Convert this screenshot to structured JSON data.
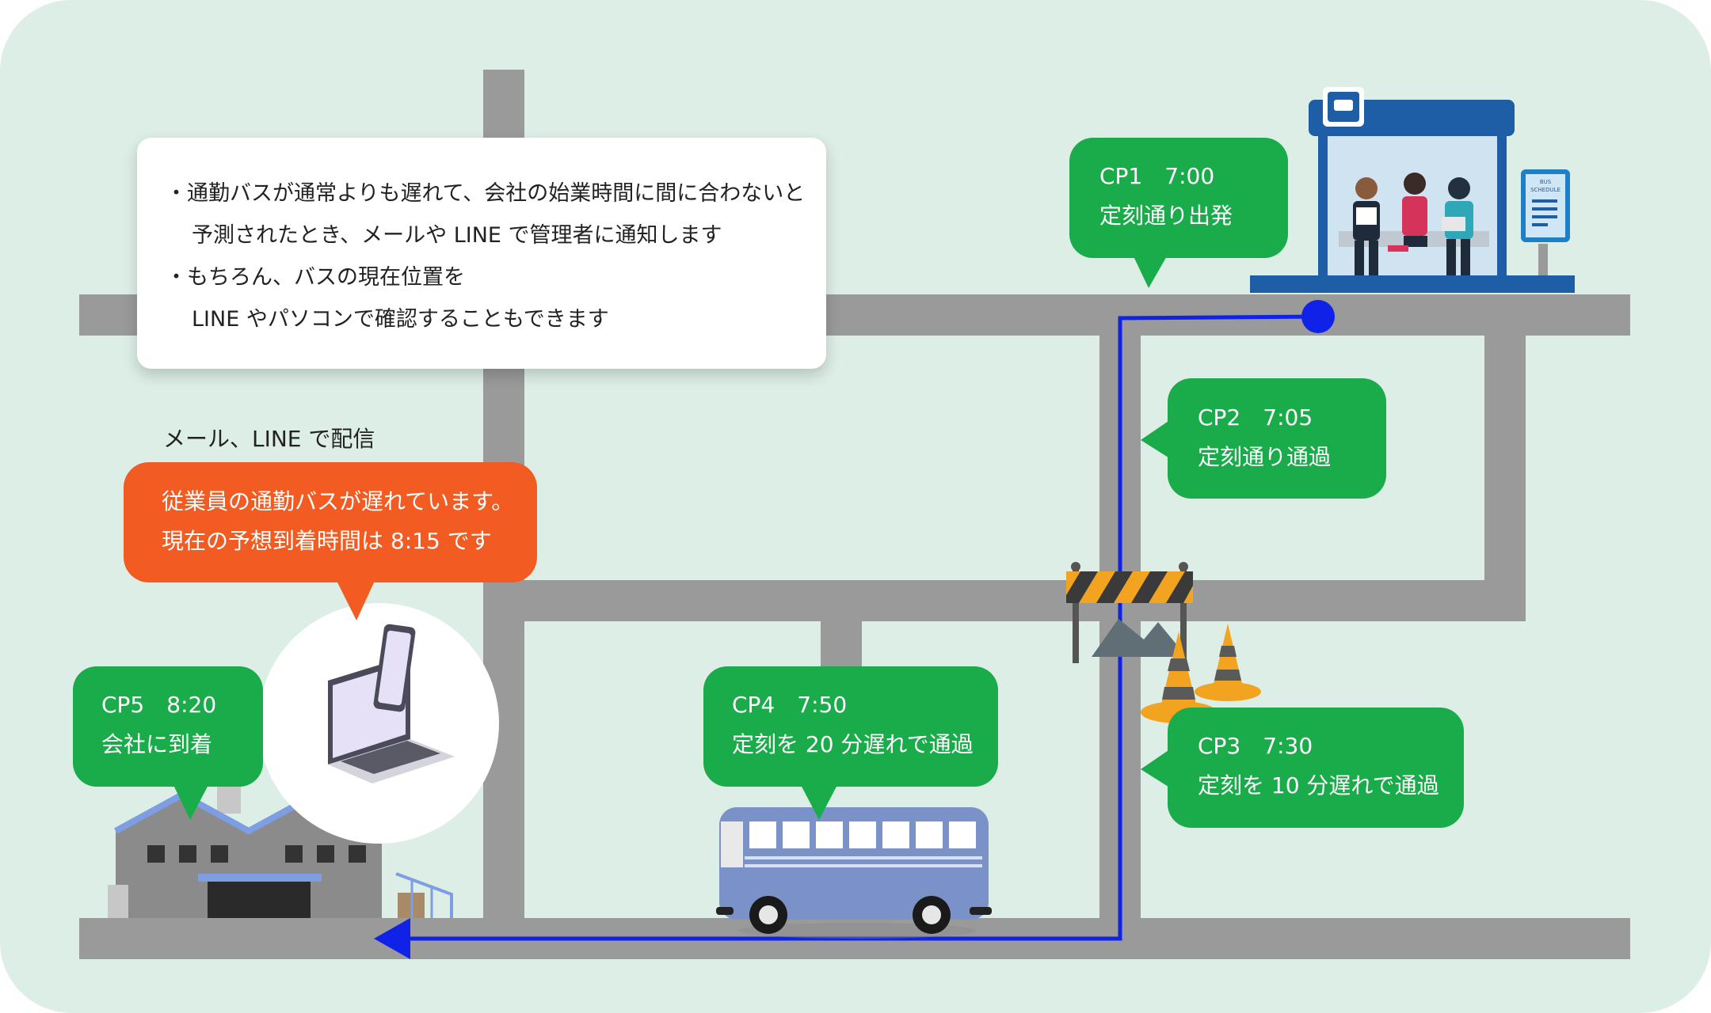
{
  "colors": {
    "background": "#dceee6",
    "road": "#9a9a9a",
    "route": "#1022e8",
    "checkpoint_bubble": "#1aab4a",
    "alert_bubble": "#f25c22",
    "bus": "#7b92c8",
    "shelter": "#1e5ea6"
  },
  "info_note": {
    "line1": "・通勤バスが通常よりも遅れて、会社の始業時間に間に合わないと",
    "line2": "予測されたとき、メールや LINE で管理者に通知します",
    "line3": "・もちろん、バスの現在位置を",
    "line4": "LINE やパソコンで確認することもできます"
  },
  "delivery_caption": "メール、LINE で配信",
  "alert": {
    "line1": "従業員の通勤バスが遅れています。",
    "line2": "現在の予想到着時間は 8:15 です"
  },
  "checkpoints": {
    "cp1": {
      "title": "CP1　7:00",
      "status": "定刻通り出発"
    },
    "cp2": {
      "title": "CP2　7:05",
      "status": "定刻通り通過"
    },
    "cp3": {
      "title": "CP3　7:30",
      "status": "定刻を 10 分遅れで通過"
    },
    "cp4": {
      "title": "CP4　7:50",
      "status": "定刻を 20 分遅れで通過"
    },
    "cp5": {
      "title": "CP5　8:20",
      "status": "会社に到着"
    }
  },
  "bus_schedule_sign": {
    "line1": "BUS",
    "line2": "SCHEDULE"
  },
  "icons": {
    "bus_stop": "bus-stop-icon",
    "laptop": "laptop-icon",
    "smartphone": "smartphone-icon",
    "factory": "factory-icon",
    "bus": "bus-icon",
    "barrier": "road-barrier-icon",
    "cone": "traffic-cone-icon"
  }
}
